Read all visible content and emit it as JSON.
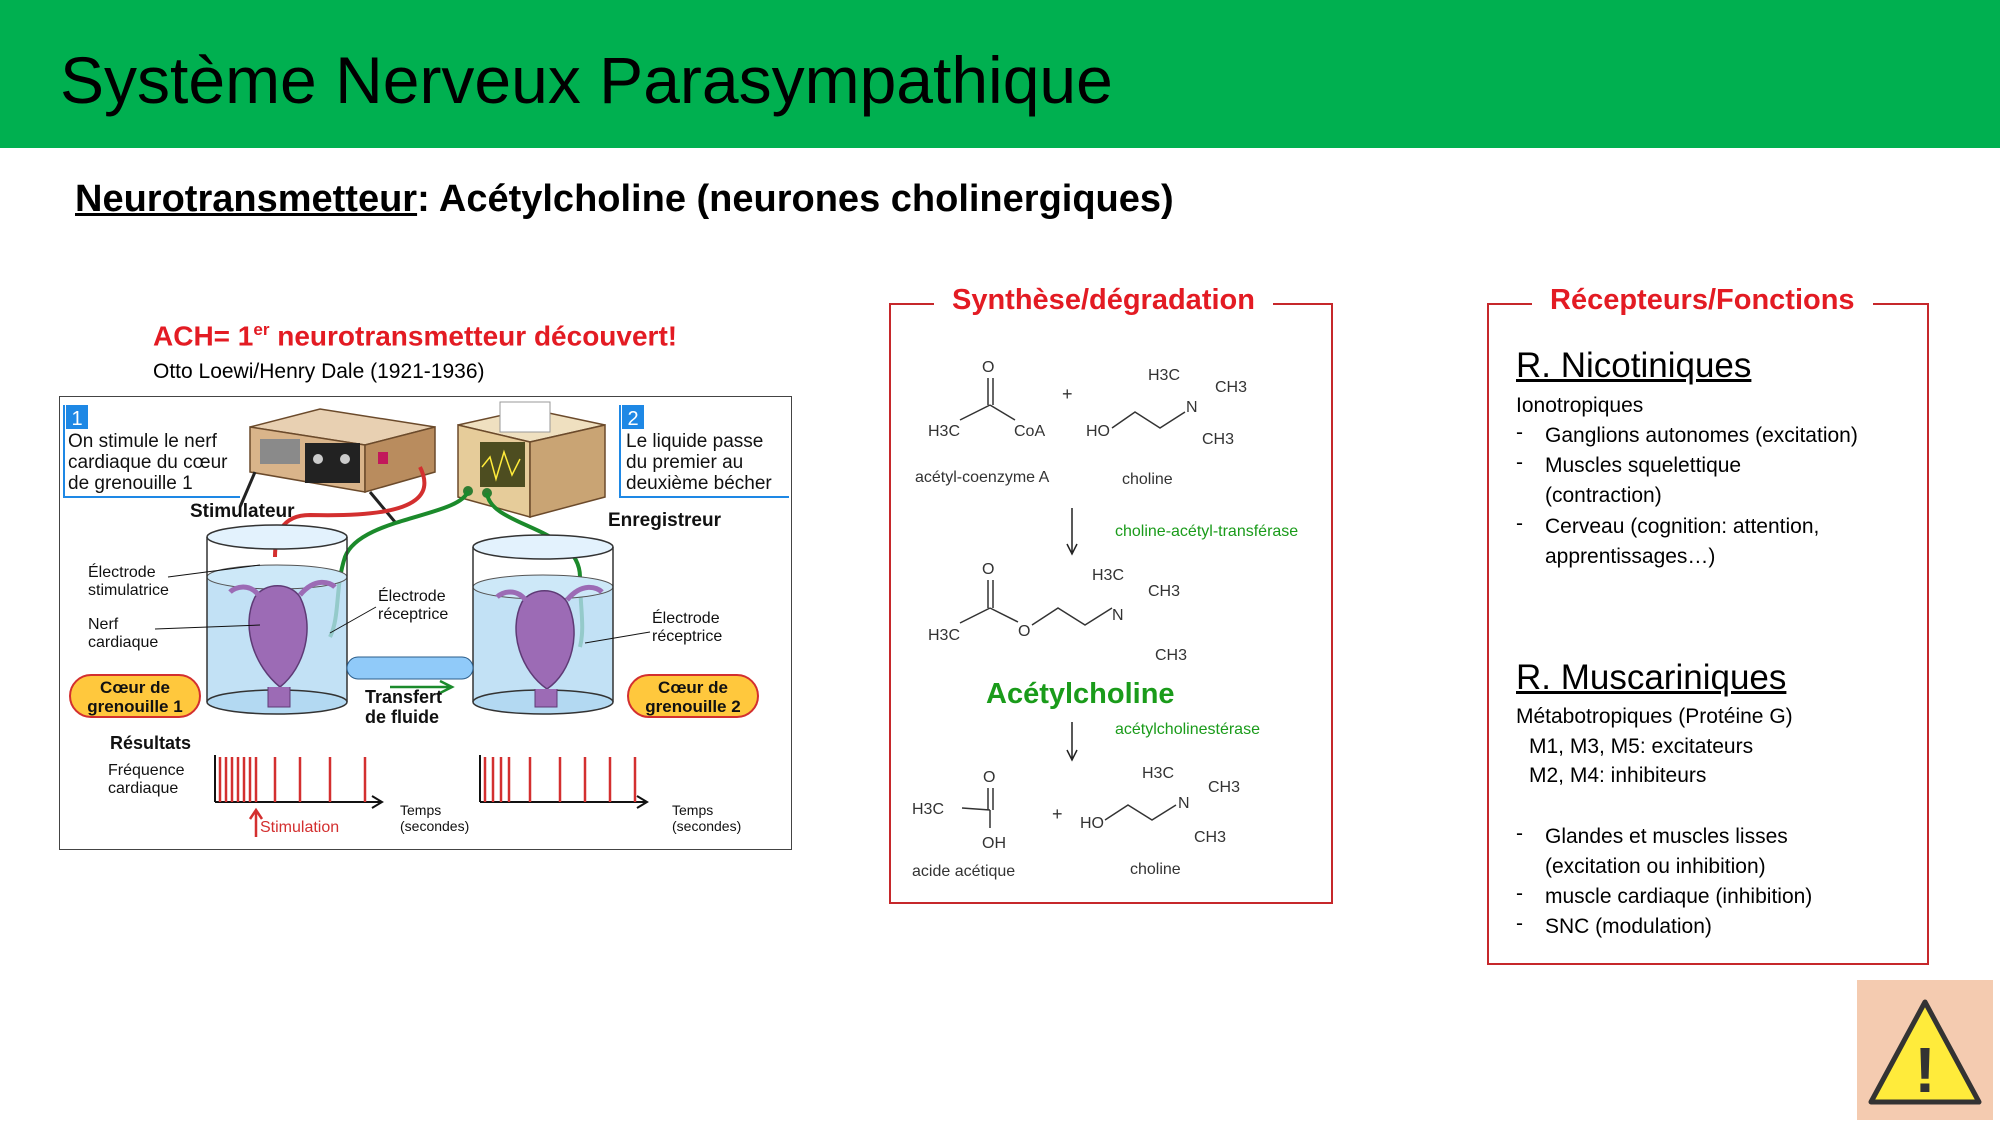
{
  "title": "Système Nerveux Parasympathique",
  "subtitle": {
    "underlined": "Neurotransmetteur",
    "rest": ": Acétylcholine (neurones cholinergiques)"
  },
  "left": {
    "ach_prefix": "ACH= 1",
    "ach_sup": "er",
    "ach_suffix": " neurotransmetteur découvert!",
    "authors": "Otto Loewi/Henry Dale (1921-1936)",
    "experiment": {
      "step1_num": "1",
      "step1_text": [
        "On stimule le nerf",
        "cardiaque du cœur",
        "de grenouille 1"
      ],
      "step2_num": "2",
      "step2_text": [
        "Le liquide passe",
        "du premier au",
        "deuxième bécher"
      ],
      "stimulateur": "Stimulateur",
      "enregistreur": "Enregistreur",
      "electrode_stim": [
        "Électrode",
        "stimulatrice"
      ],
      "nerf": [
        "Nerf",
        "cardiaque"
      ],
      "electrode_recep1": [
        "Électrode",
        "réceptrice"
      ],
      "electrode_recep2": [
        "Électrode",
        "réceptrice"
      ],
      "coeur1": [
        "Cœur de",
        "grenouille 1"
      ],
      "coeur2": [
        "Cœur de",
        "grenouille 2"
      ],
      "transfert": [
        "Transfert",
        "de fluide"
      ],
      "resultats": "Résultats",
      "frequence": [
        "Fréquence",
        "cardiaque"
      ],
      "stimulation": "Stimulation",
      "temps1": [
        "Temps",
        "(secondes)"
      ],
      "temps2": [
        "Temps",
        "(secondes)"
      ]
    }
  },
  "synthesis": {
    "title": "Synthèse/dégradation",
    "acetyl_coa_label": "acétyl-coenzyme A",
    "choline_label_1": "choline",
    "enzyme1": "choline-acétyl-transférase",
    "product": "Acétylcholine",
    "enzyme2": "acétylcholinestérase",
    "acetic_acid_label": "acide acétique",
    "choline_label_2": "choline",
    "atoms": {
      "O": "O",
      "H3C": "H3C",
      "CoA": "CoA",
      "HO": "HO",
      "OH": "OH",
      "N": "N",
      "CH3": "CH3",
      "plus": "+"
    }
  },
  "receptors": {
    "title": "Récepteurs/Fonctions",
    "nicotinic": {
      "heading": "R. Nicotiniques",
      "type": "Ionotropiques",
      "items": [
        [
          "Ganglions autonomes (excitation)"
        ],
        [
          "Muscles squelettique",
          "(contraction)"
        ],
        [
          "Cerveau (cognition: attention,",
          "apprentissages…)"
        ]
      ]
    },
    "muscarinic": {
      "heading": "R. Muscariniques",
      "type": "Métabotropiques (Protéine G)",
      "sub1": "M1, M3, M5: excitateurs",
      "sub2": "M2, M4: inhibiteurs",
      "items": [
        [
          "Glandes et  muscles lisses",
          "(excitation ou inhibition)"
        ],
        [
          "muscle cardiaque (inhibition)"
        ],
        [
          "SNC (modulation)"
        ]
      ]
    },
    "dash": "-"
  },
  "warning": {
    "icon": "warning-icon",
    "symbol": "!"
  },
  "colors": {
    "header": "#00b050",
    "accent_red": "#e31b23",
    "green_text": "#1a9b1a",
    "warning_bg": "#f4cbb0",
    "warning_fill": "#ffeb3b"
  }
}
